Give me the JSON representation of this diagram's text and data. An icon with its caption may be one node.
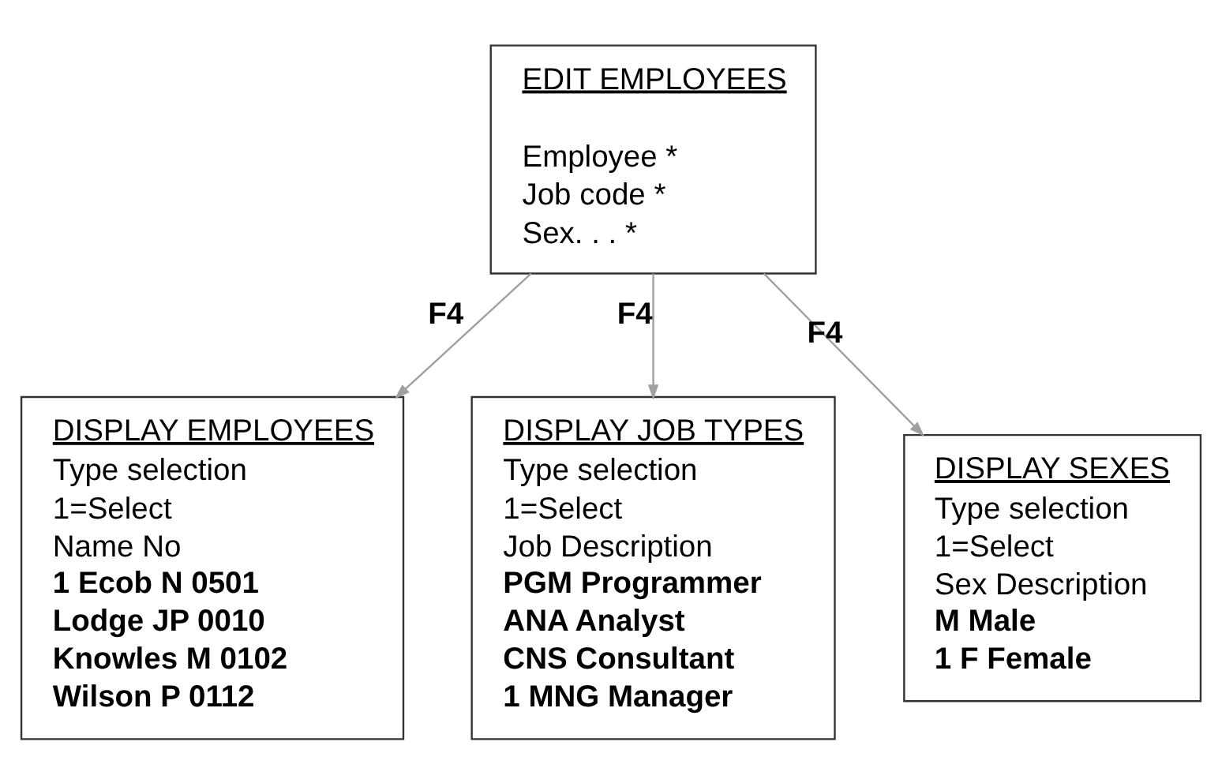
{
  "diagram": {
    "nodes": [
      {
        "text": [
          "EDIT EMPLOYEES",
          "Employee *",
          "Job code *",
          "Sex. . . *"
        ]
      },
      {
        "text": [
          "DISPLAY EMPLOYEES",
          "Type selection",
          "1=Select",
          "Name No",
          "1 Ecob N 0501",
          "Lodge JP 0010",
          "Knowles M 0102",
          "Wilson P 0112"
        ]
      },
      {
        "text": [
          "DISPLAY JOB TYPES",
          "Type selection",
          "1=Select",
          "Job Description",
          "PGM Programmer",
          "ANA Analyst",
          "CNS Consultant",
          "1 MNG Manager"
        ]
      },
      {
        "text": [
          "DISPLAY SEXES",
          "Type selection",
          "1=Select",
          "Sex Description",
          "M Male",
          "1 F Female"
        ]
      }
    ],
    "edges": [
      {
        "from": 0,
        "to": 1,
        "arrow": "to",
        "label": "F4"
      },
      {
        "from": 0,
        "to": 2,
        "arrow": "to",
        "label": "F4"
      },
      {
        "from": 0,
        "to": 3,
        "arrow": "to",
        "label": "F4"
      }
    ]
  }
}
